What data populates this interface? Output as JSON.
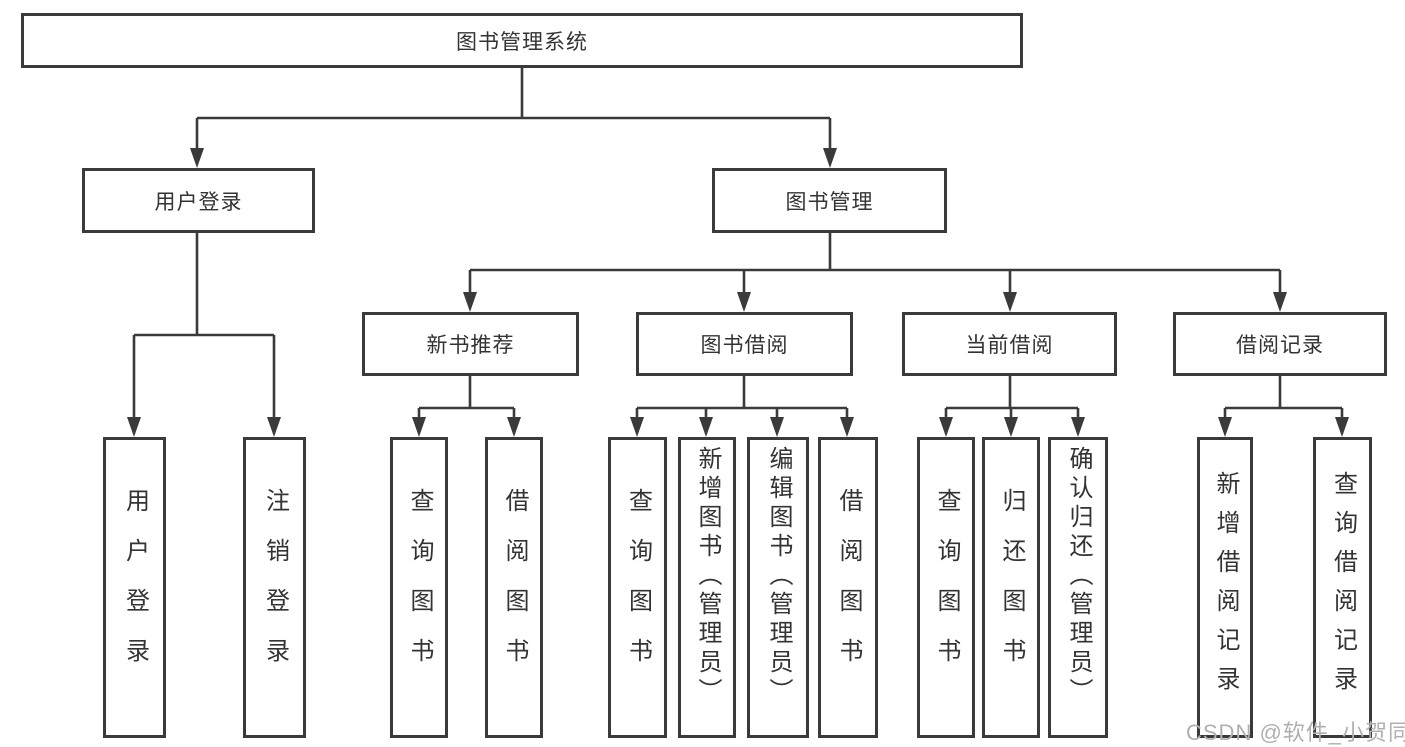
{
  "colors": {
    "box_border": "#3a3a3a",
    "connector_line": "#3a3a3a",
    "text": "#333333",
    "watermark": "#b0b0b0",
    "background": "#ffffff"
  },
  "watermark": {
    "text": "CSDN @软件_小贺同学"
  },
  "diagram": {
    "type": "tree",
    "root": {
      "label": "图书管理系统"
    },
    "level2": [
      {
        "label": "用户登录"
      },
      {
        "label": "图书管理"
      }
    ],
    "level3": [
      {
        "label": "新书推荐"
      },
      {
        "label": "图书借阅"
      },
      {
        "label": "当前借阅"
      },
      {
        "label": "借阅记录"
      }
    ],
    "leaf_groups": [
      {
        "parent": "用户登录",
        "items": [
          {
            "label": "用户登录"
          },
          {
            "label": "注销登录"
          }
        ]
      },
      {
        "parent": "新书推荐",
        "items": [
          {
            "label": "查询图书"
          },
          {
            "label": "借阅图书"
          }
        ]
      },
      {
        "parent": "图书借阅",
        "items": [
          {
            "label": "查询图书"
          },
          {
            "label": "新增图书（管理员）"
          },
          {
            "label": "编辑图书（管理员）"
          },
          {
            "label": "借阅图书"
          }
        ]
      },
      {
        "parent": "当前借阅",
        "items": [
          {
            "label": "查询图书"
          },
          {
            "label": "归还图书"
          },
          {
            "label": "确认归还（管理员）"
          }
        ]
      },
      {
        "parent": "借阅记录",
        "items": [
          {
            "label": "新增借阅记录"
          },
          {
            "label": "查询借阅记录"
          }
        ]
      }
    ]
  }
}
